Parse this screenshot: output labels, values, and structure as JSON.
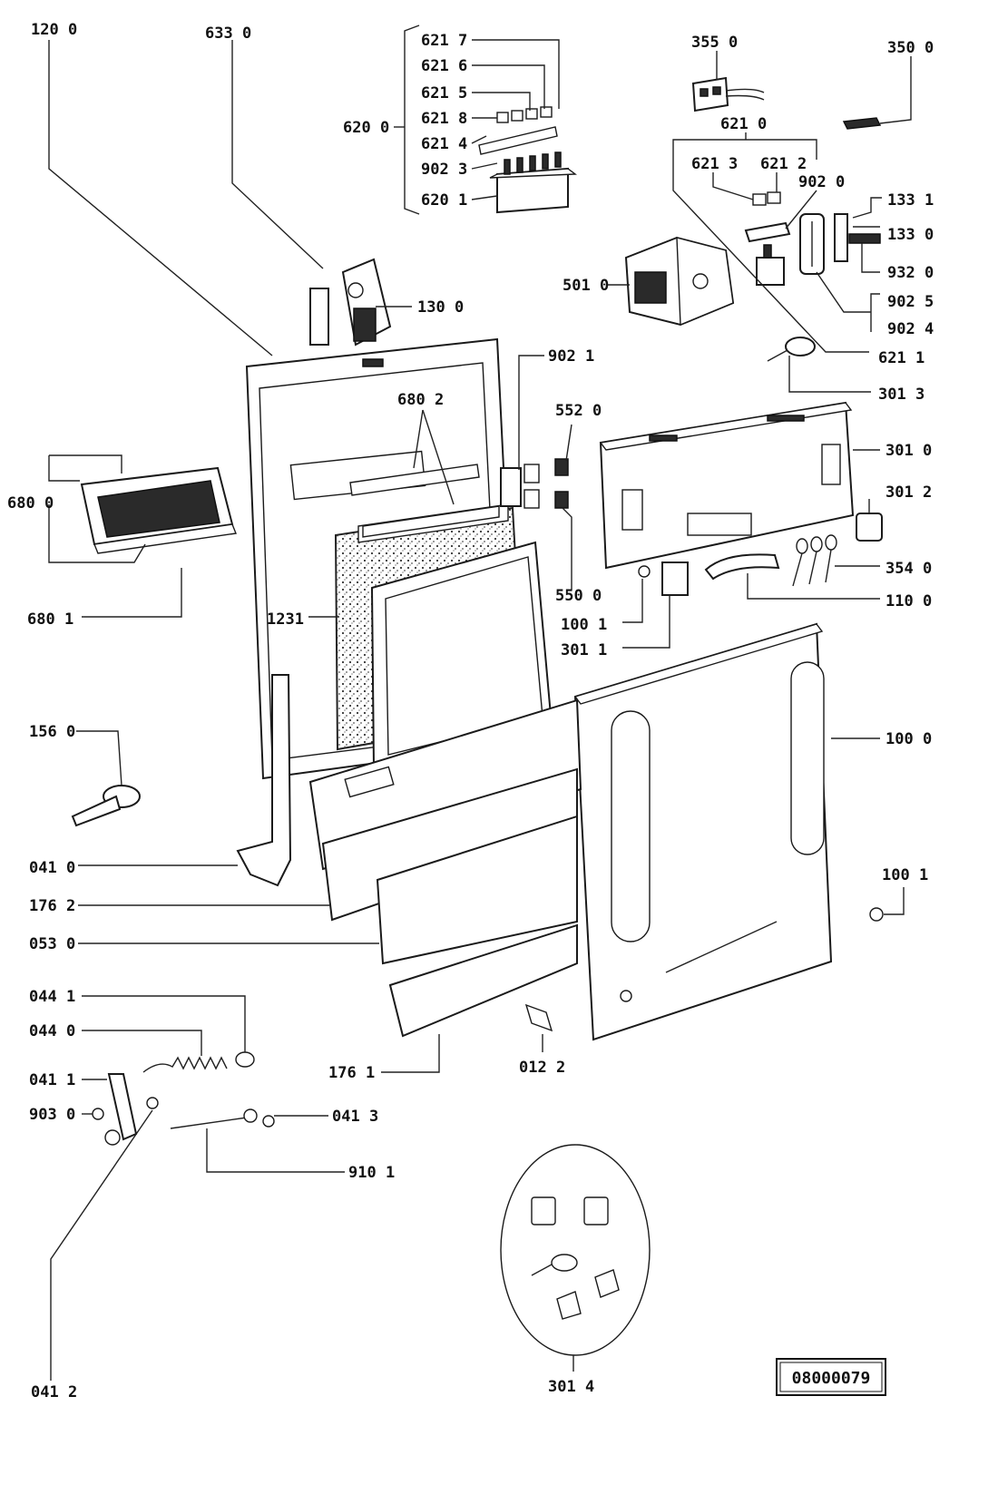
{
  "labels": {
    "l1200": "120 0",
    "l6330": "633 0",
    "l6217": "621 7",
    "l6216": "621 6",
    "l6215": "621 5",
    "l6218": "621 8",
    "l6214": "621 4",
    "l9023": "902 3",
    "l6201": "620 1",
    "l6200": "620 0",
    "l3550": "355 0",
    "l3500": "350 0",
    "l6210": "621 0",
    "l6213": "621 3",
    "l6212": "621 2",
    "l9020": "902 0",
    "l1331": "133 1",
    "l1330": "133 0",
    "l9320": "932 0",
    "l5010": "501 0",
    "l9025": "902 5",
    "l9024": "902 4",
    "l6211": "621 1",
    "l1300": "130 0",
    "l9021": "902 1",
    "l6802": "680 2",
    "l3013": "301 3",
    "l5520": "552 0",
    "l3010": "301 0",
    "l6800": "680 0",
    "l3012": "301 2",
    "l3540": "354 0",
    "l1100": "110 0",
    "l5500": "550 0",
    "l1001a": "100 1",
    "l6801": "680 1",
    "l1231": "1231",
    "l3011": "301 1",
    "l1000": "100 0",
    "l1560": "156 0",
    "l0410": "041 0",
    "l1001b": "100 1",
    "l1762": "176 2",
    "l0530": "053 0",
    "l0441": "044 1",
    "l0440": "044 0",
    "l1761": "176 1",
    "l0122": "012 2",
    "l0411": "041 1",
    "l9030": "903 0",
    "l0413": "041 3",
    "l9101": "910 1",
    "l0412": "041 2",
    "l3014": "301 4"
  },
  "reference_number": "08000079"
}
